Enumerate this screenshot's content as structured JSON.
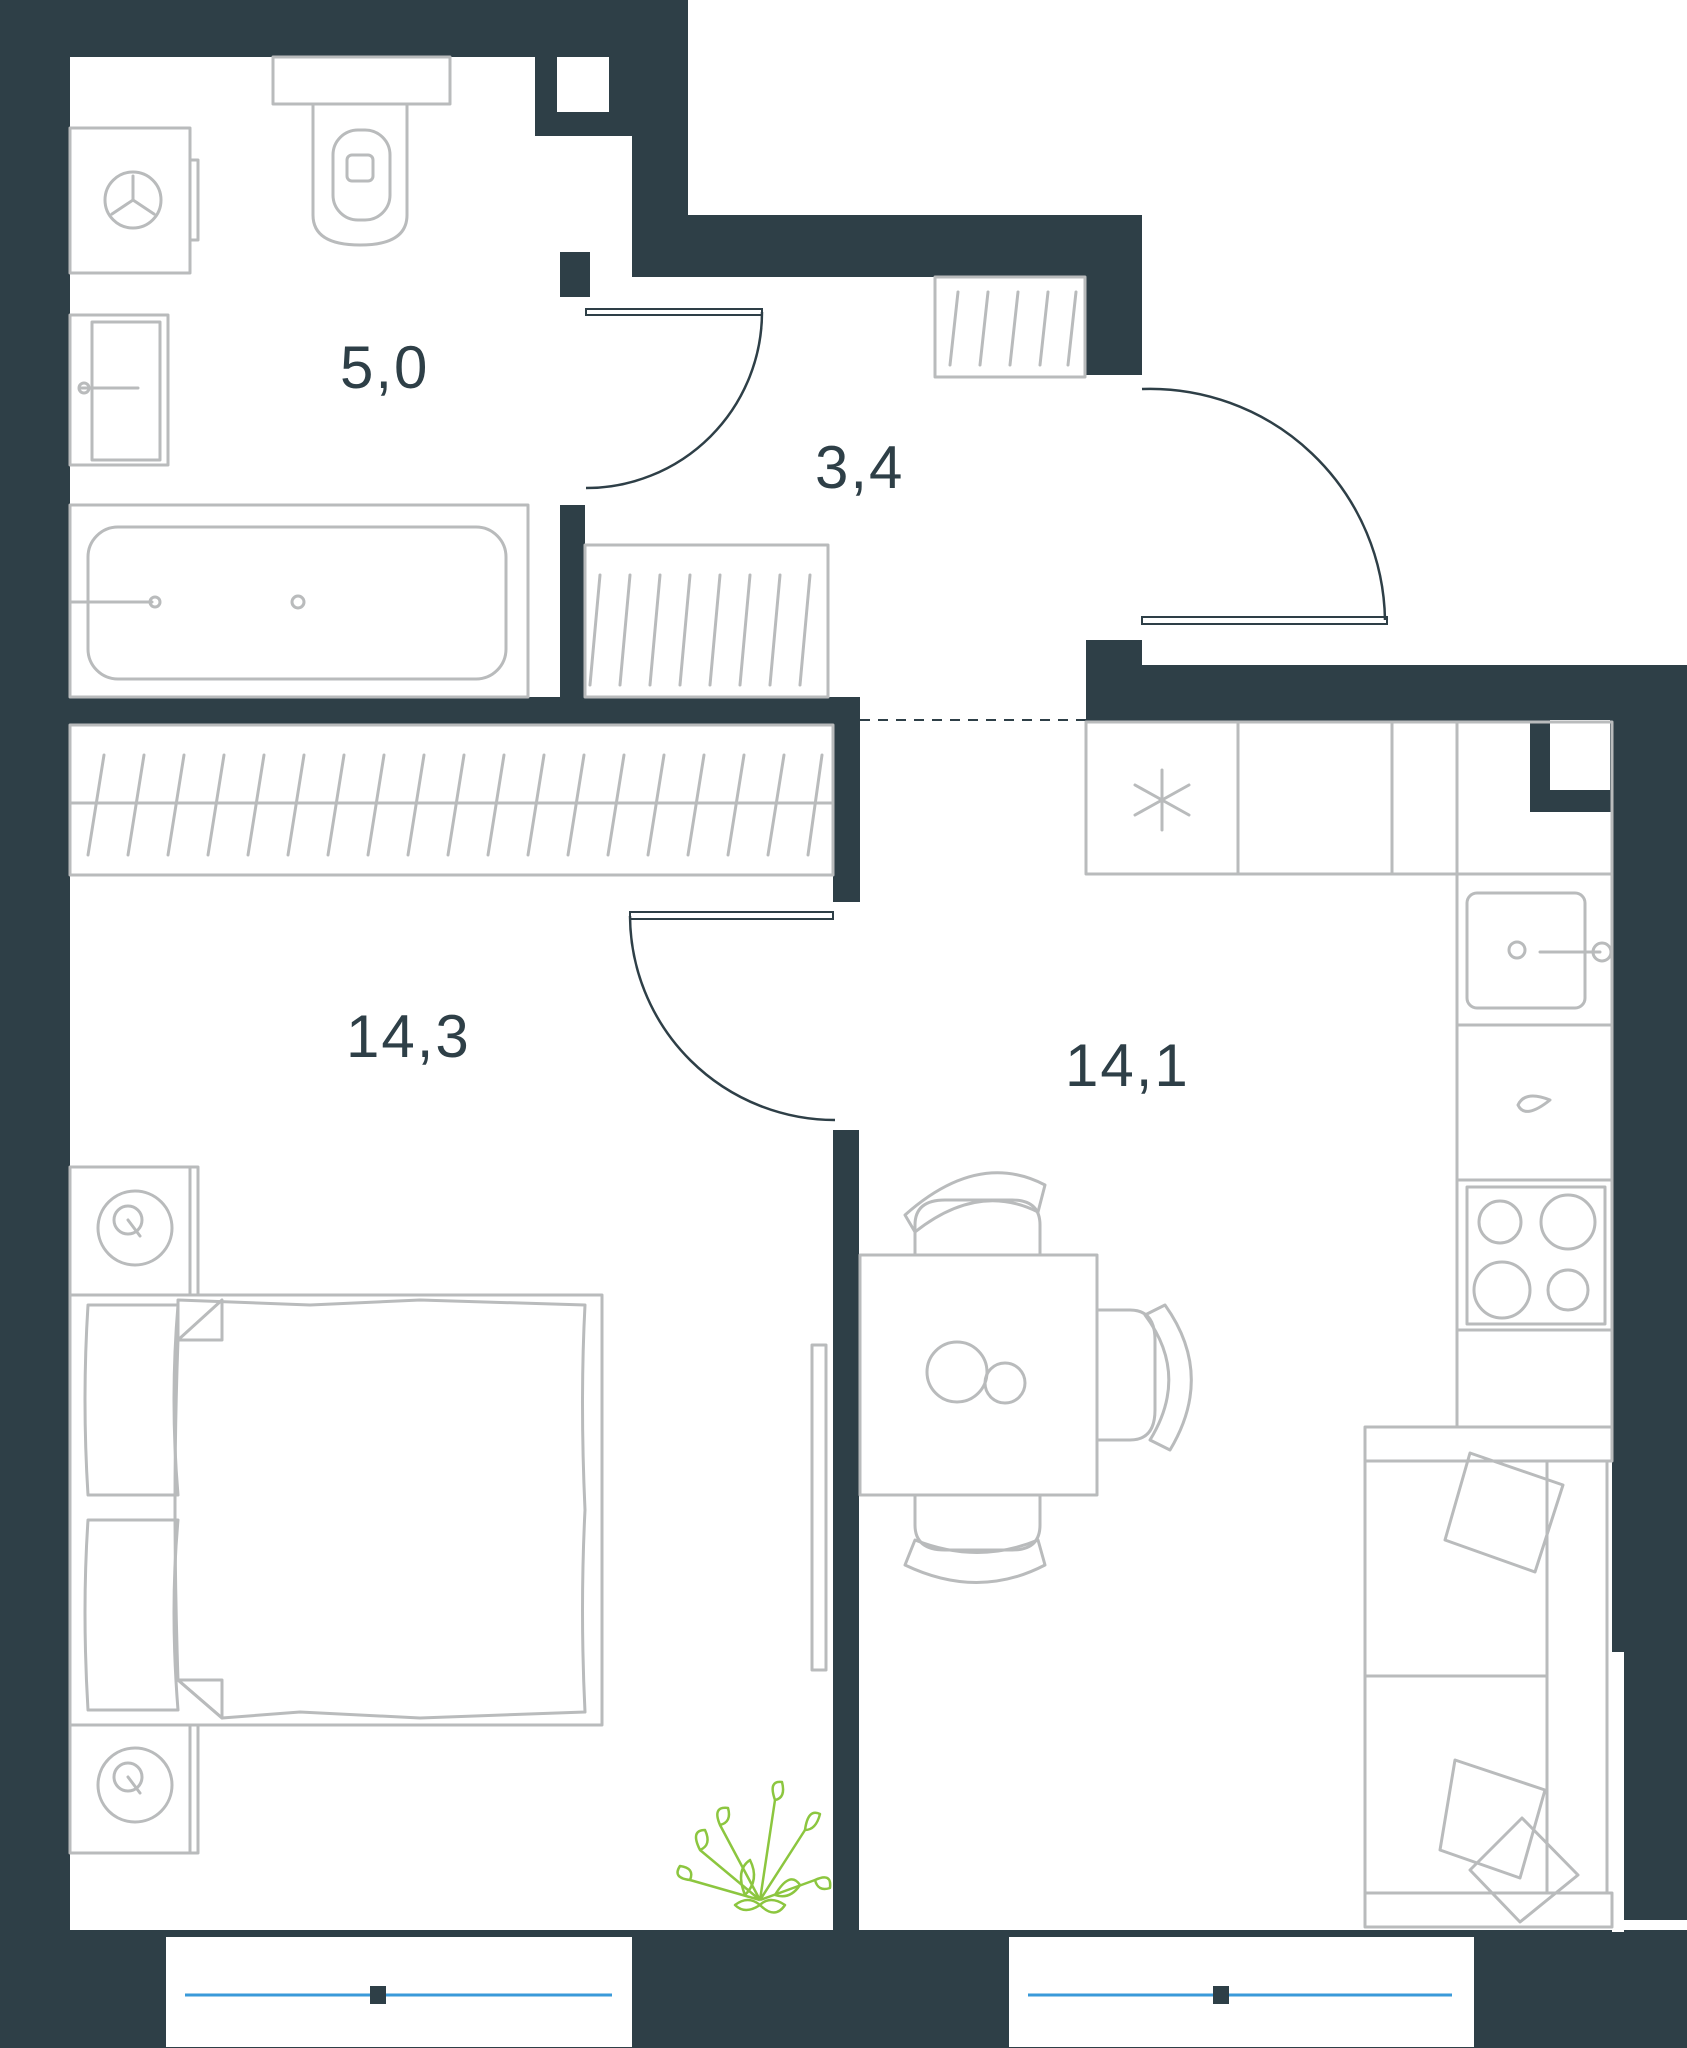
{
  "rooms": [
    {
      "id": "bathroom",
      "area": "5,0"
    },
    {
      "id": "hallway",
      "area": "3,4"
    },
    {
      "id": "bedroom",
      "area": "14,3"
    },
    {
      "id": "kitchen-living",
      "area": "14,1"
    }
  ],
  "colors": {
    "wall": "#2e3f47",
    "furniture": "#b9bbbc",
    "plant": "#8cc63f",
    "window_glass": "#3a9ad9"
  }
}
